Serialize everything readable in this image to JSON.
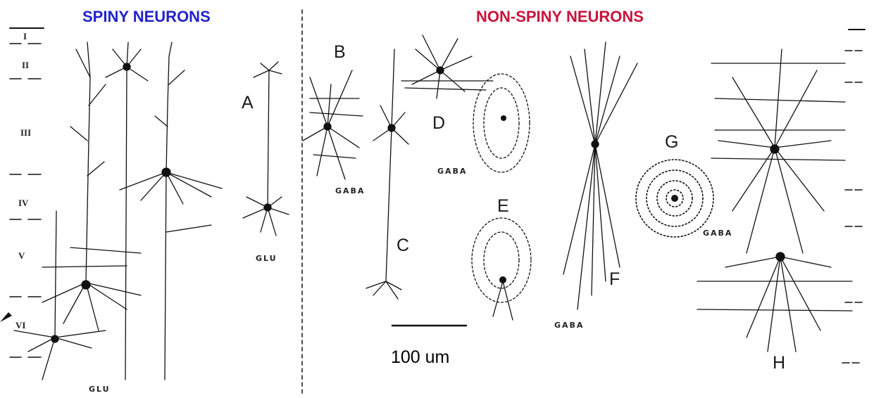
{
  "headings": {
    "spiny": "SPINY NEURONS",
    "non_spiny": "NON-SPINY NEURONS"
  },
  "colors": {
    "spiny": "#2222cc",
    "non_spiny": "#c8143c",
    "ink": "#111111"
  },
  "layers": [
    "I",
    "II",
    "III",
    "IV",
    "V",
    "VI"
  ],
  "neuron_labels": [
    "A",
    "B",
    "C",
    "D",
    "E",
    "F",
    "G",
    "H"
  ],
  "transmitters": {
    "glu_bottom": "GLU",
    "glu_a": "GLU",
    "gaba_b": "GABA",
    "gaba_d": "GABA",
    "gaba_f": "GABA",
    "gaba_h": "GABA"
  },
  "scale_bar": {
    "label": "100 um"
  },
  "icons": {
    "cursor": "arrow-pointer-icon"
  }
}
